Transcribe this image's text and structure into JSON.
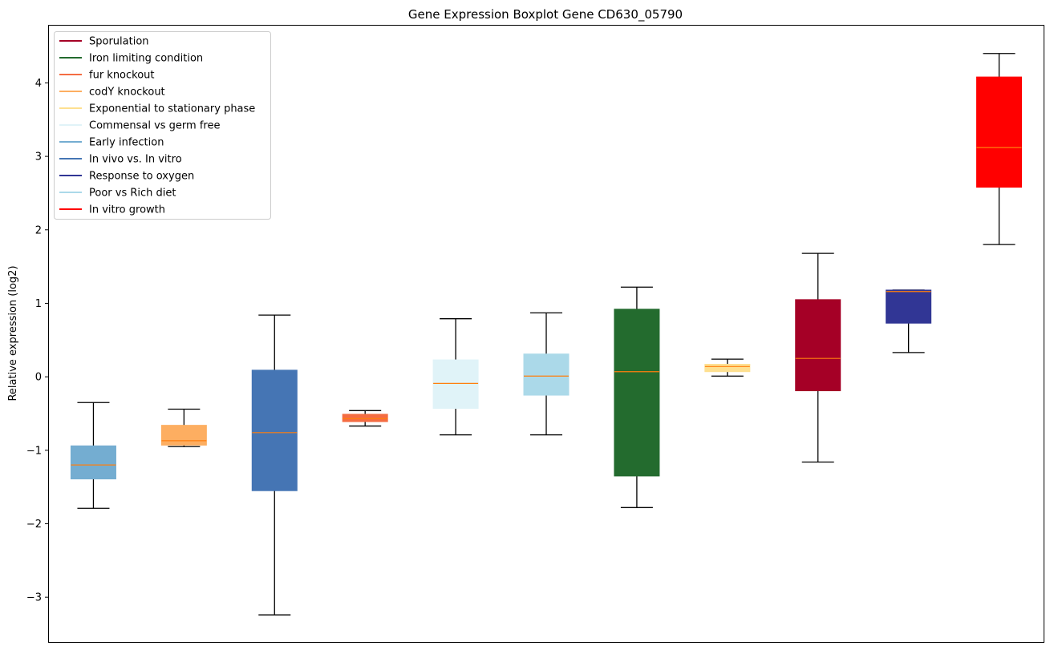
{
  "chart_data": {
    "type": "boxplot",
    "title": "Gene Expression Boxplot Gene CD630_05790",
    "xlabel": "",
    "ylabel": "Relative expression (log2)",
    "ylim": [
      -3.62,
      4.79
    ],
    "yticks": [
      -3,
      -2,
      -1,
      0,
      1,
      2,
      3,
      4
    ],
    "ytick_labels": [
      "−3",
      "−2",
      "−1",
      "0",
      "1",
      "2",
      "3",
      "4"
    ],
    "grid": false,
    "legend_position": "top-left",
    "median_color": "#ff7f0e",
    "boxes": [
      {
        "name": "Early infection",
        "color": "#74add1",
        "whislo": -1.79,
        "q1": -1.39,
        "med": -1.2,
        "q3": -0.94,
        "whishi": -0.35
      },
      {
        "name": "codY knockout",
        "color": "#fdae61",
        "whislo": -0.95,
        "q1": -0.93,
        "med": -0.87,
        "q3": -0.66,
        "whishi": -0.44
      },
      {
        "name": "In vivo vs. In vitro",
        "color": "#4575b4",
        "whislo": -3.24,
        "q1": -1.55,
        "med": -0.76,
        "q3": 0.09,
        "whishi": 0.84
      },
      {
        "name": "fur knockout",
        "color": "#f46d43",
        "whislo": -0.67,
        "q1": -0.61,
        "med": -0.57,
        "q3": -0.51,
        "whishi": -0.46
      },
      {
        "name": "Commensal vs germ free",
        "color": "#e0f3f8",
        "whislo": -0.79,
        "q1": -0.43,
        "med": -0.09,
        "q3": 0.23,
        "whishi": 0.79
      },
      {
        "name": "Poor vs Rich diet",
        "color": "#abd9e9",
        "whislo": -0.79,
        "q1": -0.25,
        "med": 0.01,
        "q3": 0.31,
        "whishi": 0.87
      },
      {
        "name": "Iron limiting condition",
        "color": "#236b2e",
        "whislo": -1.78,
        "q1": -1.35,
        "med": 0.07,
        "q3": 0.92,
        "whishi": 1.22
      },
      {
        "name": "Exponential to stationary phase",
        "color": "#fee090",
        "whislo": 0.01,
        "q1": 0.07,
        "med": 0.14,
        "q3": 0.17,
        "whishi": 0.24
      },
      {
        "name": "Sporulation",
        "color": "#a50026",
        "whislo": -1.16,
        "q1": -0.19,
        "med": 0.25,
        "q3": 1.05,
        "whishi": 1.68
      },
      {
        "name": "Response to oxygen",
        "color": "#313695",
        "whislo": 0.33,
        "q1": 0.73,
        "med": 1.16,
        "q3": 1.18,
        "whishi": 1.18
      },
      {
        "name": "In vitro growth",
        "color": "#ff0000",
        "whislo": 1.8,
        "q1": 2.58,
        "med": 3.12,
        "q3": 4.08,
        "whishi": 4.4
      }
    ],
    "legend": [
      {
        "label": "Sporulation",
        "color": "#a50026"
      },
      {
        "label": "Iron limiting condition",
        "color": "#236b2e"
      },
      {
        "label": "fur knockout",
        "color": "#f46d43"
      },
      {
        "label": "codY knockout",
        "color": "#fdae61"
      },
      {
        "label": "Exponential to stationary phase",
        "color": "#fee090"
      },
      {
        "label": "Commensal vs germ free",
        "color": "#e0f3f8"
      },
      {
        "label": "Early infection",
        "color": "#74add1"
      },
      {
        "label": "In vivo vs. In vitro",
        "color": "#4575b4"
      },
      {
        "label": "Response to oxygen",
        "color": "#313695"
      },
      {
        "label": "Poor vs Rich diet",
        "color": "#abd9e9"
      },
      {
        "label": "In vitro growth",
        "color": "#ff0000"
      }
    ]
  }
}
